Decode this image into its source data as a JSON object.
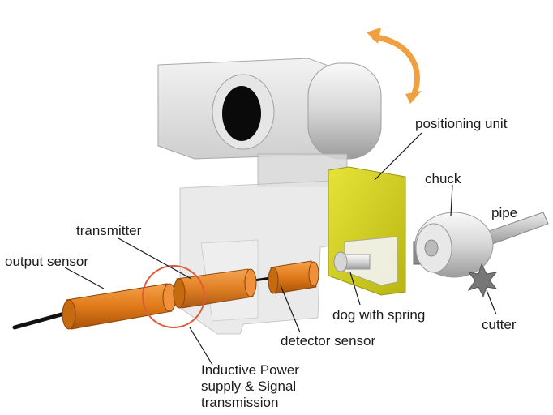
{
  "labels": {
    "positioning_unit": "positioning unit",
    "chuck": "chuck",
    "pipe": "pipe",
    "transmitter": "transmitter",
    "output_sensor": "output sensor",
    "dog_with_spring": "dog with spring",
    "cutter": "cutter",
    "detector_sensor": "detector sensor",
    "inductive_line1": "Inductive Power",
    "inductive_line2": "supply & Signal",
    "inductive_line3": "transmission"
  },
  "colors": {
    "sensor_orange": "#e07a1a",
    "yellow_block": "#d4d21c",
    "arrow_orange": "#f0a040",
    "highlight_circle": "#e05a3a",
    "housing_gray": "#c8c8c8",
    "chuck_gray": "#dcdcdc"
  },
  "icons": {
    "rotation_arrow": "double-headed-curved-arrow",
    "cutter": "star-burst"
  }
}
